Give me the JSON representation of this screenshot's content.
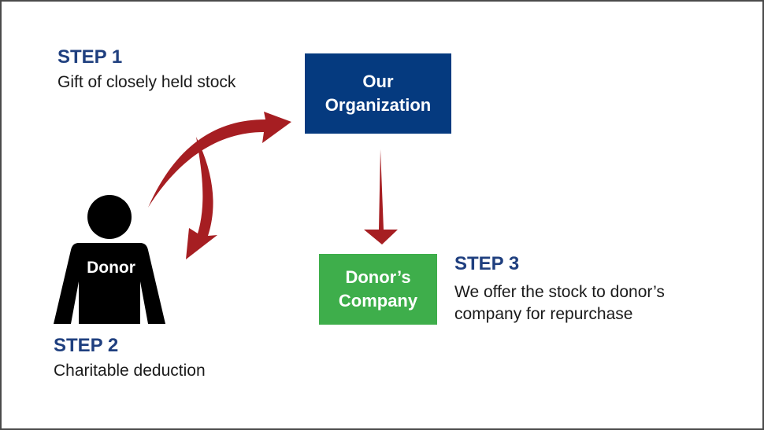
{
  "steps": [
    {
      "title": "STEP 1",
      "description": "Gift of closely held stock"
    },
    {
      "title": "STEP 2",
      "description": "Charitable deduction"
    },
    {
      "title": "STEP 3",
      "description": "We offer the stock to donor’s company for repurchase"
    }
  ],
  "nodes": {
    "organization": "Our\nOrganization",
    "company": "Donor’s\nCompany",
    "donor": "Donor"
  },
  "colors": {
    "step_title": "#1f3f7f",
    "organization_box": "#053a7f",
    "company_box": "#3eae4b",
    "arrow": "#a61e22",
    "donor_figure": "#000000"
  },
  "icons": [
    "donor-person-icon",
    "arrow-donor-to-organization",
    "arrow-organization-to-donor",
    "arrow-organization-to-company"
  ]
}
